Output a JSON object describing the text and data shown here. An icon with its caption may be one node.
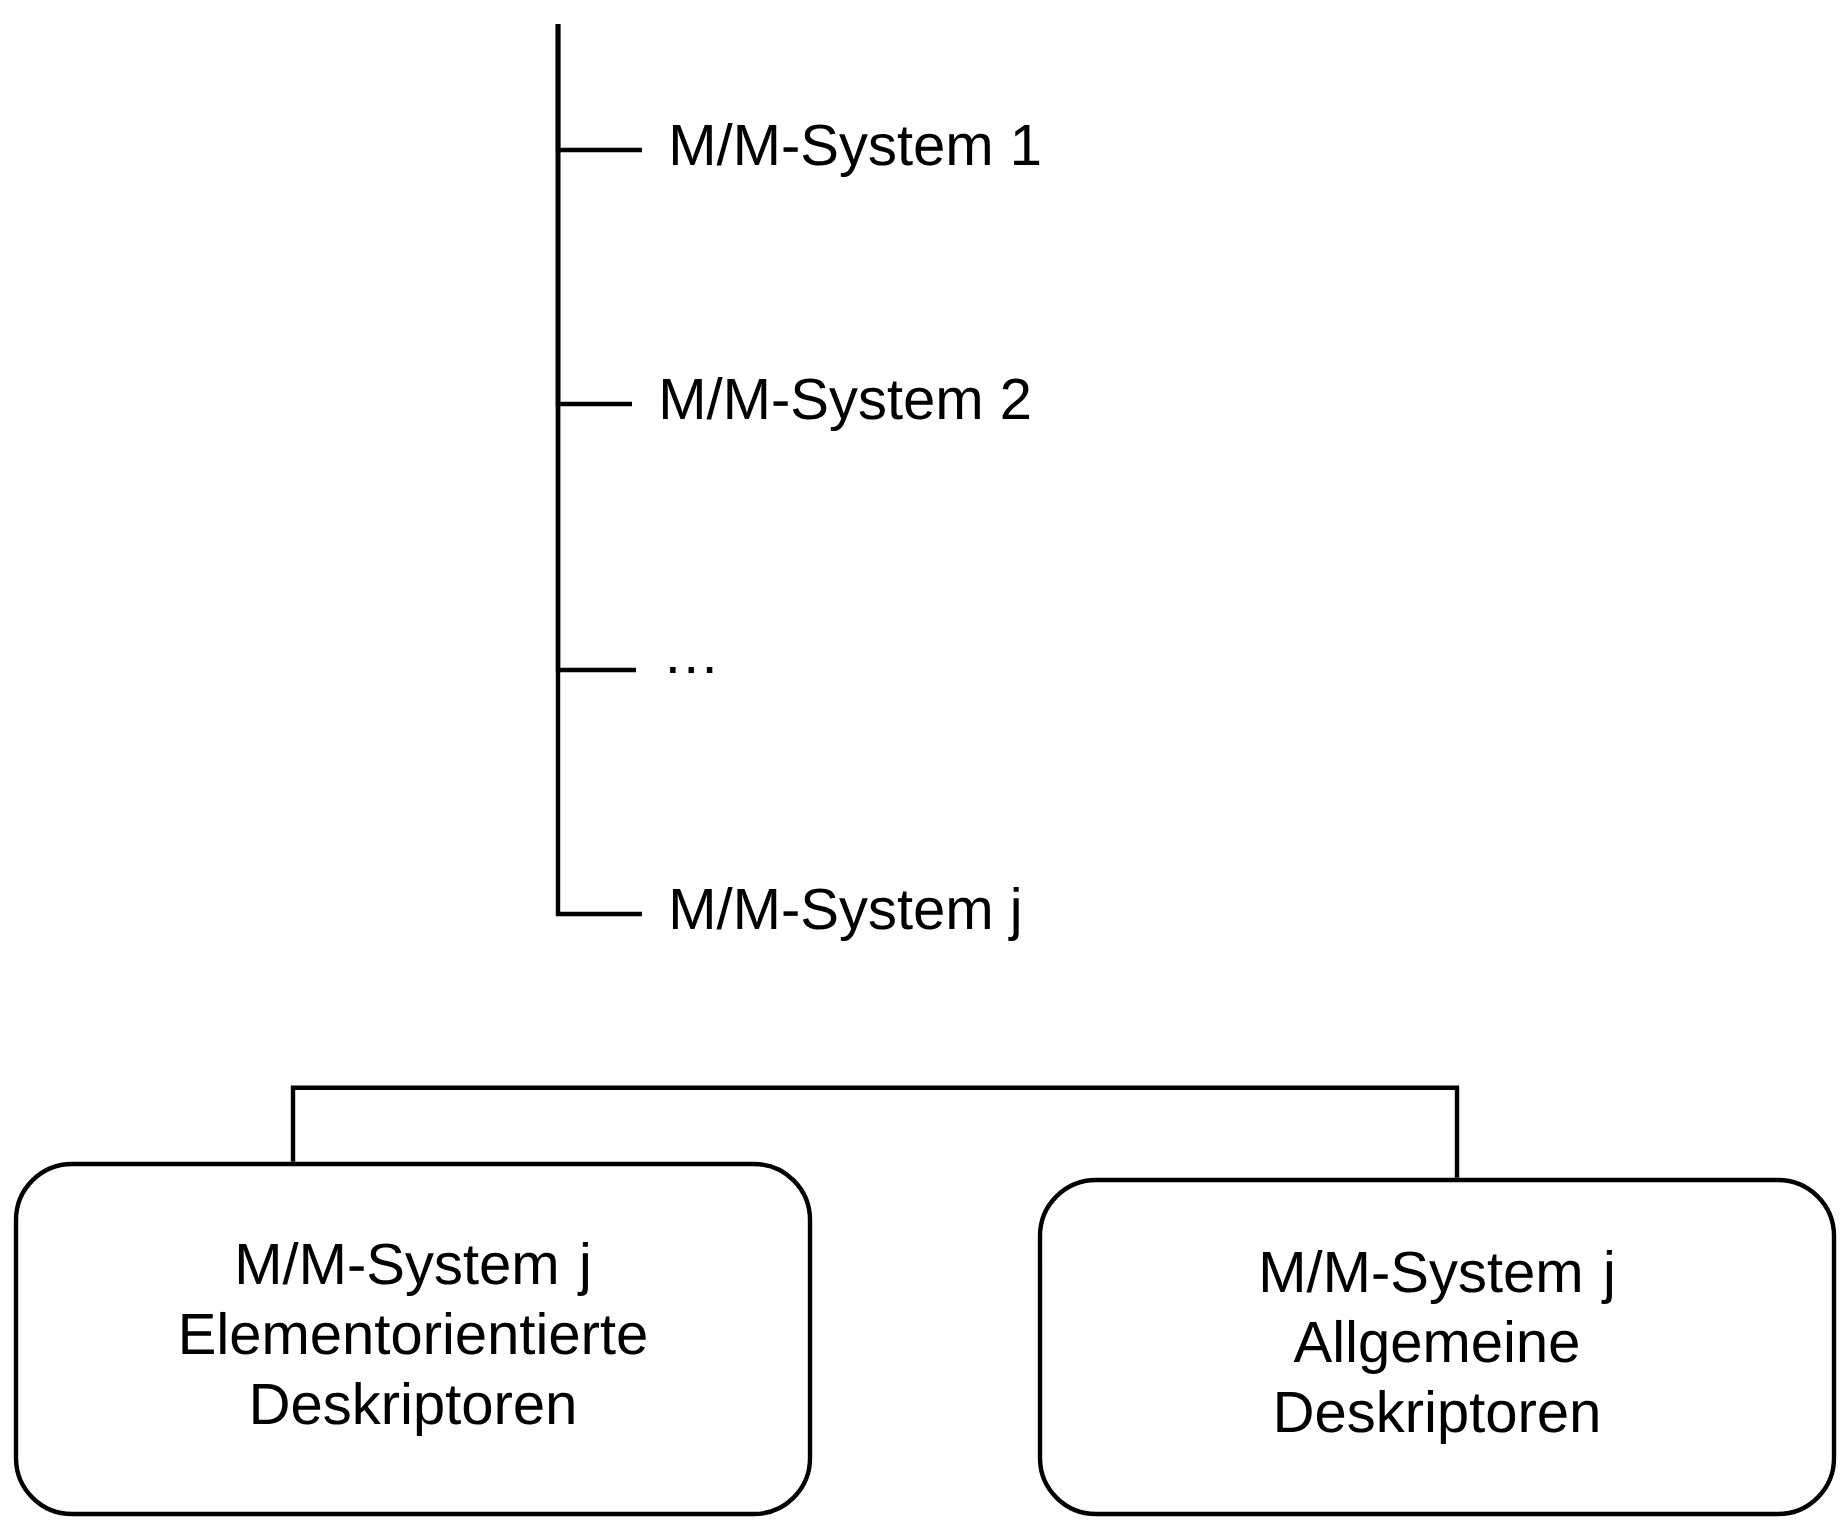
{
  "diagram": {
    "nodes": [
      {
        "text": [
          "M/M-System 1"
        ]
      },
      {
        "text": [
          "M/M-System 2"
        ]
      },
      {
        "text": [
          "…"
        ]
      },
      {
        "text": [
          "M/M-System j"
        ]
      },
      {
        "text": [
          "M/M-System j",
          "Elementorientierte Deskriptoren"
        ]
      },
      {
        "text": [
          "M/M-System j",
          "Allgemeine Deskriptoren"
        ]
      }
    ],
    "edges": [
      {
        "from": null,
        "to": 0,
        "arrow": "none"
      },
      {
        "from": null,
        "to": 1,
        "arrow": "none"
      },
      {
        "from": null,
        "to": 2,
        "arrow": "none"
      },
      {
        "from": null,
        "to": 3,
        "arrow": "none"
      },
      {
        "from": 4,
        "to": 5,
        "arrow": "none"
      }
    ]
  }
}
